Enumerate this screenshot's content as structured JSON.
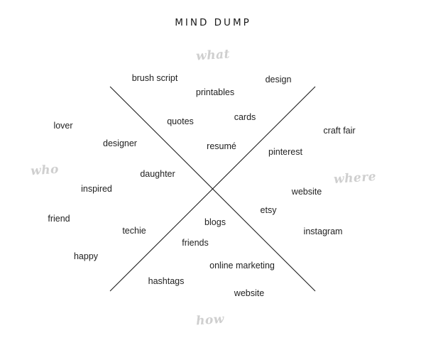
{
  "title": "MIND DUMP",
  "quadrants": {
    "what": "what",
    "who": "who",
    "where": "where",
    "how": "how"
  },
  "words": {
    "brush_script": "brush script",
    "design": "design",
    "printables": "printables",
    "quotes": "quotes",
    "cards": "cards",
    "lover": "lover",
    "craft_fair": "craft fair",
    "designer": "designer",
    "resume": "resumé",
    "pinterest": "pinterest",
    "daughter": "daughter",
    "inspired": "inspired",
    "website_1": "website",
    "etsy": "etsy",
    "friend": "friend",
    "blogs": "blogs",
    "techie": "techie",
    "instagram": "instagram",
    "friends": "friends",
    "happy": "happy",
    "online_marketing": "online marketing",
    "hashtags": "hashtags",
    "website_2": "website"
  },
  "colors": {
    "text": "#1e1e1e",
    "quadrant_label": "#cfcfcf",
    "lines": "#1e1e1e"
  }
}
